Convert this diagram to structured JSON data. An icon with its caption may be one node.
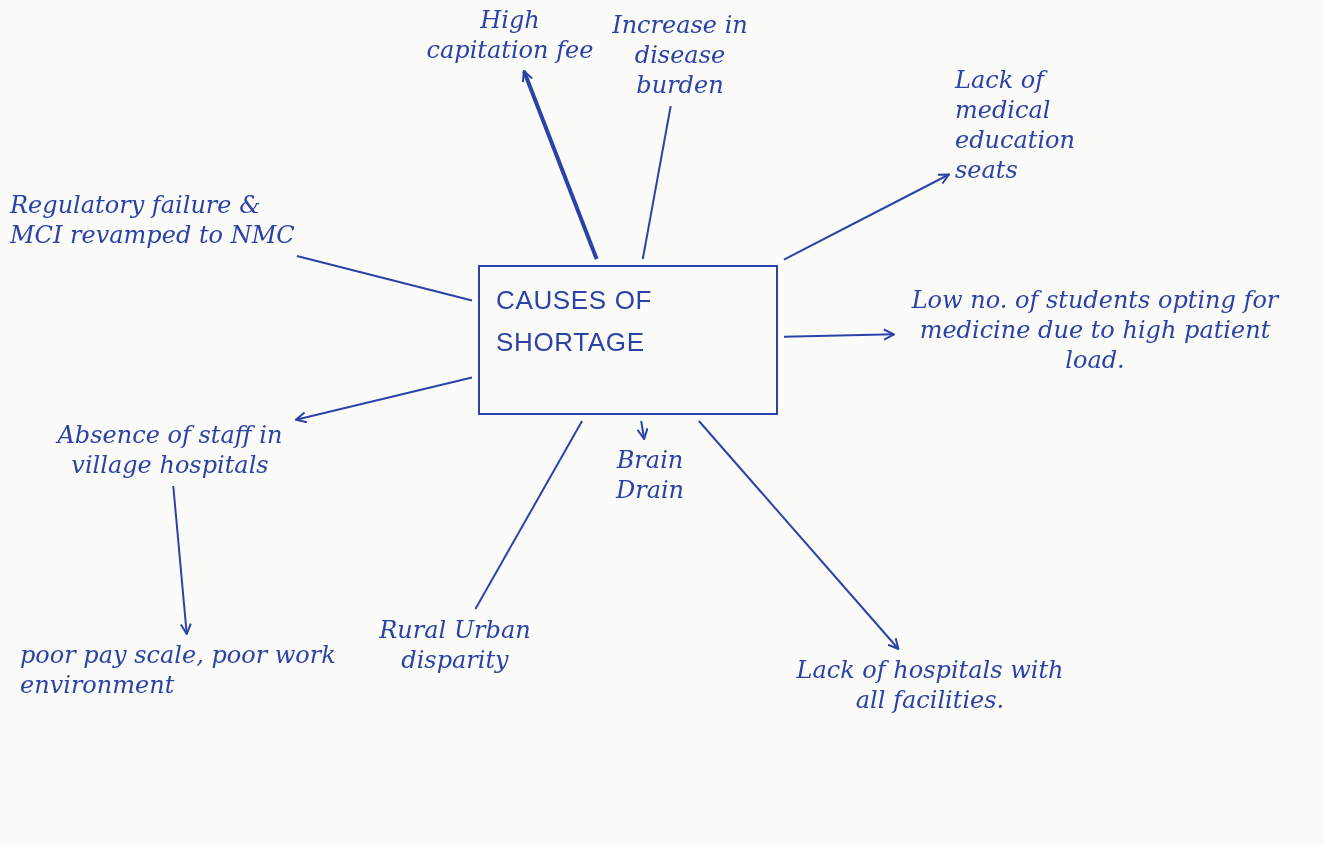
{
  "diagram": {
    "nodes": [
      {
        "text": [
          "CAUSES OF SHORTAGE"
        ]
      },
      {
        "text": [
          "High capitation fee"
        ]
      },
      {
        "text": [
          "Increase in disease burden"
        ]
      },
      {
        "text": [
          "Lack of medical education seats"
        ]
      },
      {
        "text": [
          "Regulatory failure & MCI revamped to NMC"
        ]
      },
      {
        "text": [
          "Low no. of students opting for medicine due to high patient load."
        ]
      },
      {
        "text": [
          "Absence of staff in village hospitals"
        ]
      },
      {
        "text": [
          "Brain Drain"
        ]
      },
      {
        "text": [
          "Rural Urban disparity"
        ]
      },
      {
        "text": [
          "Lack of hospitals with all facilities."
        ]
      },
      {
        "text": [
          "poor pay scale, poor work environment"
        ]
      }
    ],
    "edges": [
      {
        "from": 0,
        "to": 1,
        "arrow": "to",
        "style": "thick"
      },
      {
        "from": 0,
        "to": 2,
        "arrow": "none"
      },
      {
        "from": 0,
        "to": 3,
        "arrow": "to"
      },
      {
        "from": 0,
        "to": 4,
        "arrow": "none"
      },
      {
        "from": 0,
        "to": 5,
        "arrow": "to"
      },
      {
        "from": 0,
        "to": 6,
        "arrow": "to"
      },
      {
        "from": 0,
        "to": 7,
        "arrow": "to"
      },
      {
        "from": 0,
        "to": 8,
        "arrow": "none"
      },
      {
        "from": 0,
        "to": 9,
        "arrow": "to"
      },
      {
        "from": 6,
        "to": 10,
        "arrow": "to"
      }
    ]
  }
}
